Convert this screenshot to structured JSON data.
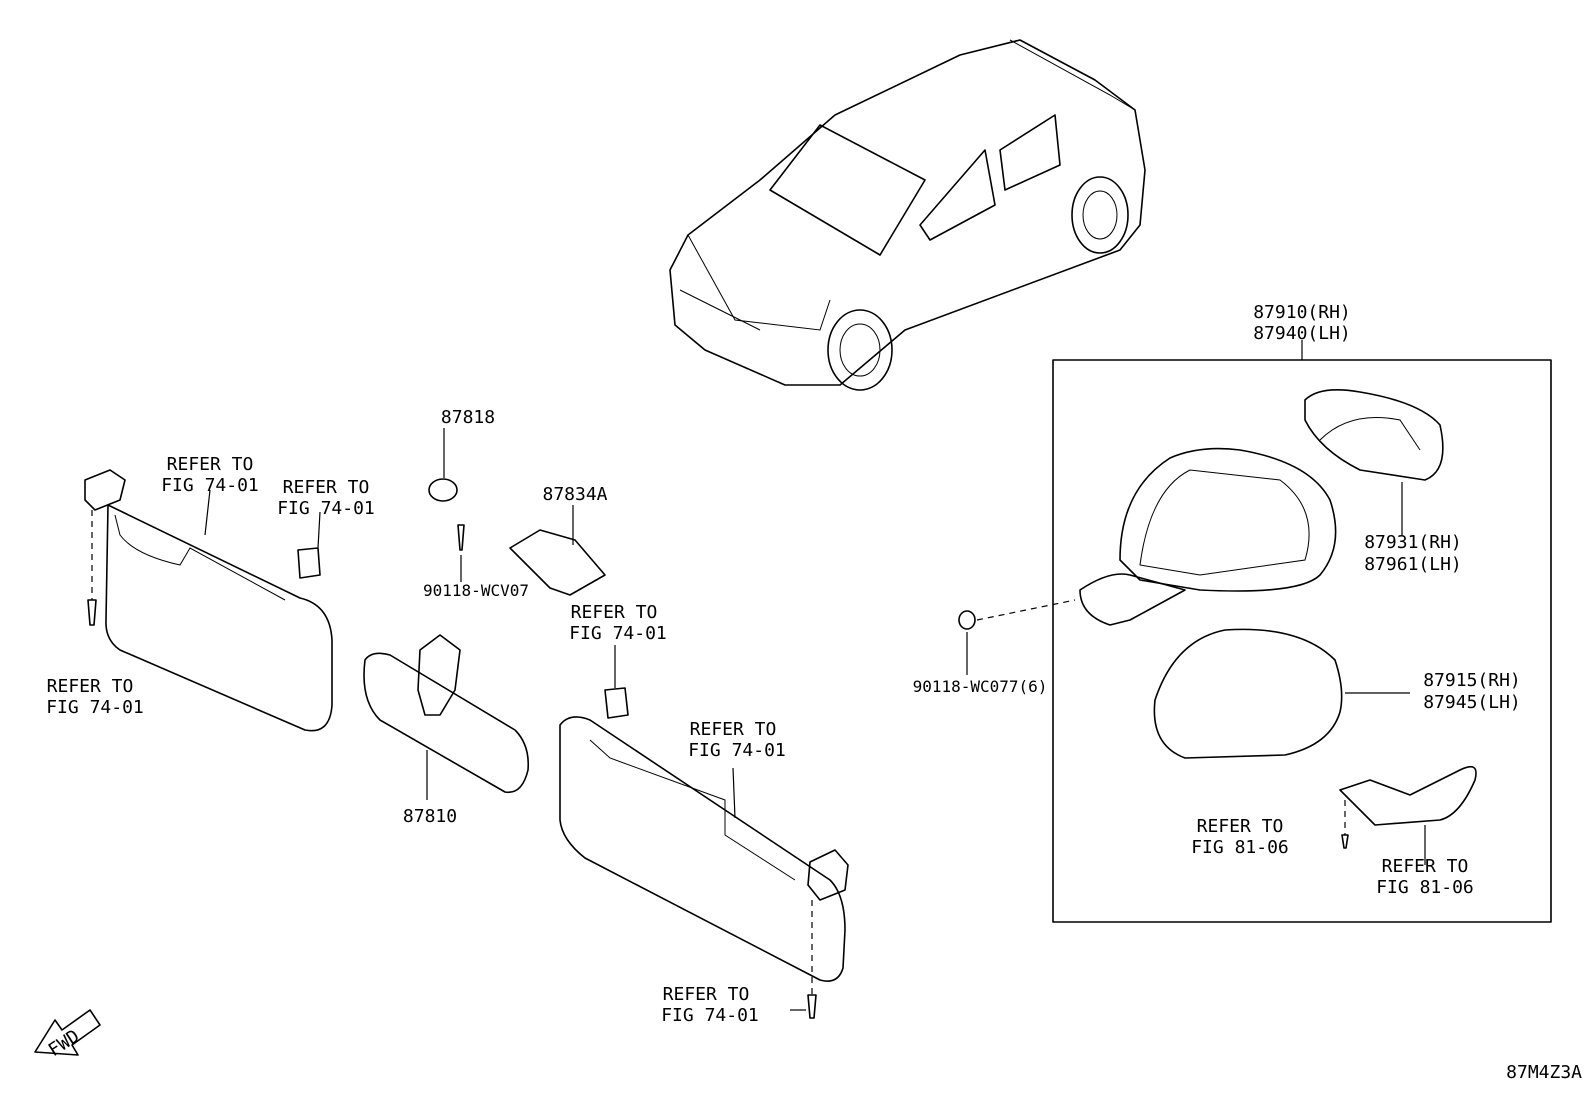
{
  "labels": {
    "p87818": "87818",
    "p87834a": "87834A",
    "p90118_wcv07": "90118-WCV07",
    "p87810": "87810",
    "p87910": "87910(RH)",
    "p87940": "87940(LH)",
    "p87931": "87931(RH)",
    "p87961": "87961(LH)",
    "p87915": "87915(RH)",
    "p87945": "87945(LH)",
    "p90118_wc077": "90118-WC077(6)",
    "refer_to": "REFER TO",
    "fig_74_01": "FIG 74-01",
    "fig_81_06": "FIG 81-06",
    "fwd": "FWD",
    "diagram_code": "87M4Z3A"
  }
}
